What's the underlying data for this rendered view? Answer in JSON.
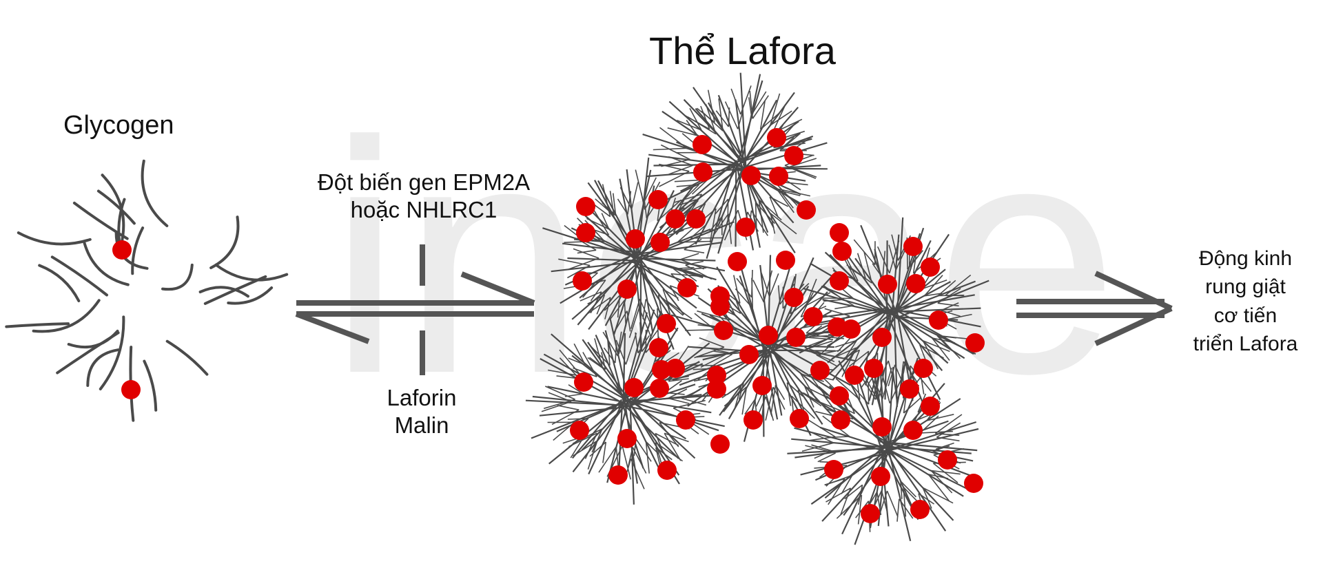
{
  "labels": {
    "glycogen": "Glycogen",
    "lafora_body": "Thể Lafora",
    "mutation": [
      "Đột biến gen EPM2A",
      "hoặc NHLRC1"
    ],
    "enzymes": [
      "Laforin",
      "Malin"
    ],
    "disease": [
      "Động kinh",
      "rung giật",
      "cơ tiến",
      "triển Lafora"
    ],
    "watermark": "incae"
  },
  "colors": {
    "branch": "#4a4a4a",
    "granule": "#e00000",
    "arrow": "#555555",
    "watermark": "#ececec",
    "text": "#111111"
  },
  "icons": {
    "reversible_arrow": "equilibrium-arrow-icon",
    "blocked_mark": "block-bar-icon",
    "forward_arrow": "double-arrow-icon"
  }
}
